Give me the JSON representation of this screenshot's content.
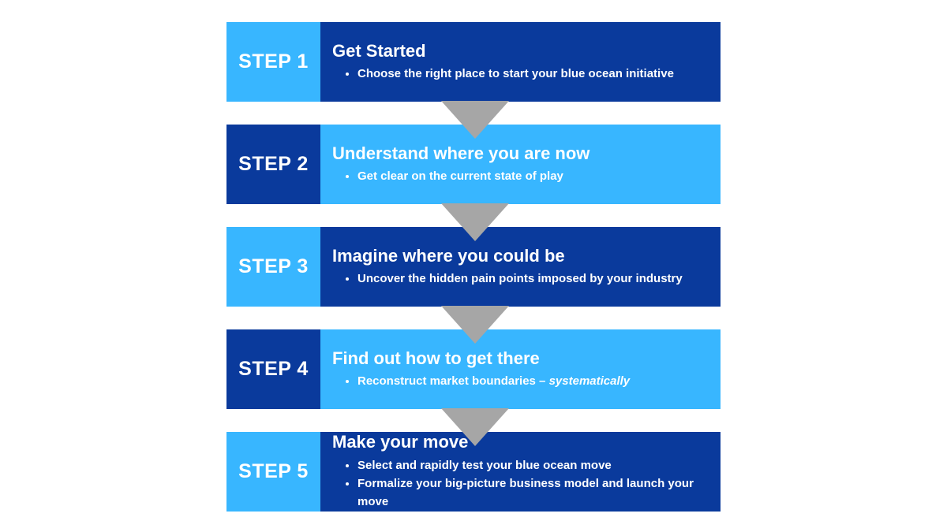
{
  "palette": {
    "light_blue": "#38b6ff",
    "dark_blue": "#0a3a9c",
    "arrow_gray": "#a6a6a6",
    "text_white": "#ffffff"
  },
  "steps": [
    {
      "label": "STEP 1",
      "title": "Get Started",
      "bullets": [
        {
          "text": "Choose the right place to start your blue ocean initiative"
        }
      ]
    },
    {
      "label": "STEP 2",
      "title": "Understand where you are now",
      "bullets": [
        {
          "text": "Get clear on the current state of play"
        }
      ]
    },
    {
      "label": "STEP 3",
      "title": "Imagine where you could be",
      "bullets": [
        {
          "text": "Uncover the hidden pain points imposed by your industry"
        }
      ]
    },
    {
      "label": "STEP 4",
      "title": "Find out how to get there",
      "bullets": [
        {
          "text": "Reconstruct market boundaries – ",
          "italic": "systematically"
        }
      ]
    },
    {
      "label": "STEP 5",
      "title": "Make your move",
      "bullets": [
        {
          "text": "Select and rapidly test your blue ocean move"
        },
        {
          "text": "Formalize your big-picture business model and launch your move"
        }
      ]
    }
  ]
}
